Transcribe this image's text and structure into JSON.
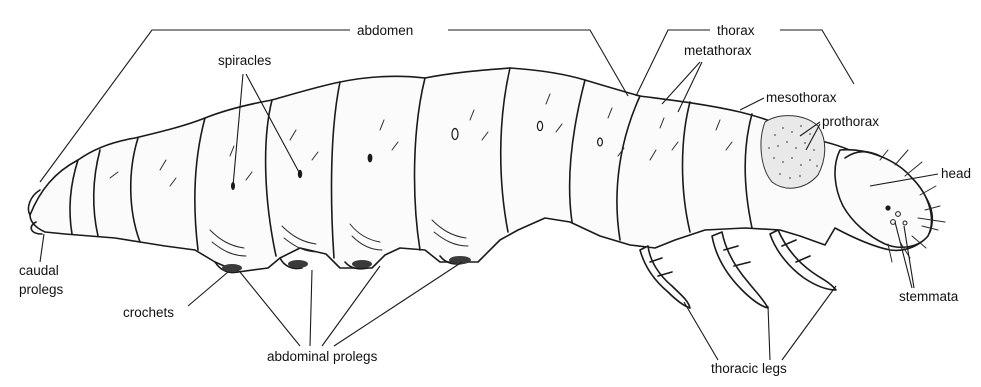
{
  "diagram": {
    "labels": {
      "abdomen": "abdomen",
      "thorax": "thorax",
      "spiracles": "spiracles",
      "metathorax": "metathorax",
      "mesothorax": "mesothorax",
      "prothorax": "prothorax",
      "head": "head",
      "stemmata": "stemmata",
      "caudal_prolegs_1": "caudal",
      "caudal_prolegs_2": "prolegs",
      "crochets": "crochets",
      "abdominal_prolegs": "abdominal prolegs",
      "thoracic_legs": "thoracic legs"
    },
    "colors": {
      "ink": "#1a1a1a",
      "paper": "#ffffff"
    }
  }
}
